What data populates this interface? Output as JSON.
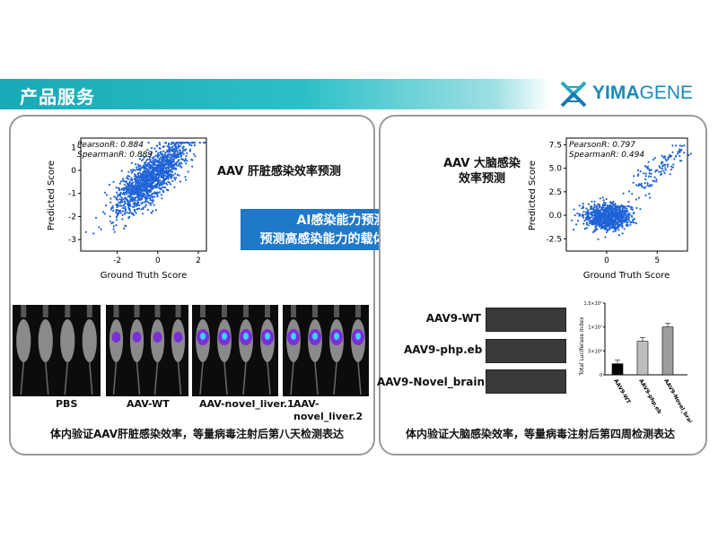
{
  "header": {
    "title": "产品服务",
    "brand": {
      "text_bold": "YIMA",
      "text_light": "GENE"
    }
  },
  "left_panel": {
    "heading": "AAV 肝脏感染效率预测",
    "scatter": {
      "pearson": "PearsonR: 0.884",
      "spearman": "SpearmanR: 0.889",
      "xlabel": "Ground Truth Score",
      "ylabel": "Predicted Score",
      "xticks": [
        "-2",
        "0",
        "2"
      ],
      "yticks": [
        "1",
        "0",
        "-1",
        "-2",
        "-3"
      ]
    },
    "image_labels": [
      "PBS",
      "AAV-WT",
      "AAV-novel_liver.1",
      "AAV-novel_liver.2"
    ],
    "footer": "体内验证AAV肝脏感染效率，等量病毒注射后第八天检测表达"
  },
  "callout": {
    "line1": "AI感染能力预测可靠性高",
    "line2": "预测高感染能力的载体效果优于野生型"
  },
  "right_panel": {
    "heading_line1": "AAV 大脑感染",
    "heading_line2": "效率预测",
    "scatter": {
      "pearson": "PearsonR: 0.797",
      "spearman": "SpearmanR: 0.494",
      "xlabel": "Ground Truth Score",
      "ylabel": "Predicted Score",
      "xticks": [
        "0",
        "5"
      ],
      "yticks": [
        "7.5",
        "5.0",
        "2.5",
        "0.0",
        "-2.5"
      ]
    },
    "strip_labels": [
      "AAV9-WT",
      "AAV9-php.eb",
      "AAV9-Novel_brain"
    ],
    "footer": "体内验证大脑感染效率，等量病毒注射后第四周检测表达"
  },
  "chart_data": {
    "type": "bar",
    "ylabel": "Total Luciferase Index",
    "yticks": [
      "1.5×10⁷",
      "1×10⁷",
      "5×10⁶",
      "0"
    ],
    "ylim": [
      0,
      15000000
    ],
    "categories": [
      "AAV9-WT",
      "AAV9-php.eb",
      "AAV9-Novel_brain"
    ],
    "values": [
      2300000,
      7000000,
      10000000
    ],
    "bar_colors": [
      "#000000",
      "#bdbdbd",
      "#9e9e9e"
    ]
  },
  "colors": {
    "accent": "#1aa9b6",
    "callout": "#1f78c8",
    "scatter": "#1f63d6",
    "logo": "#1a8ab6"
  }
}
